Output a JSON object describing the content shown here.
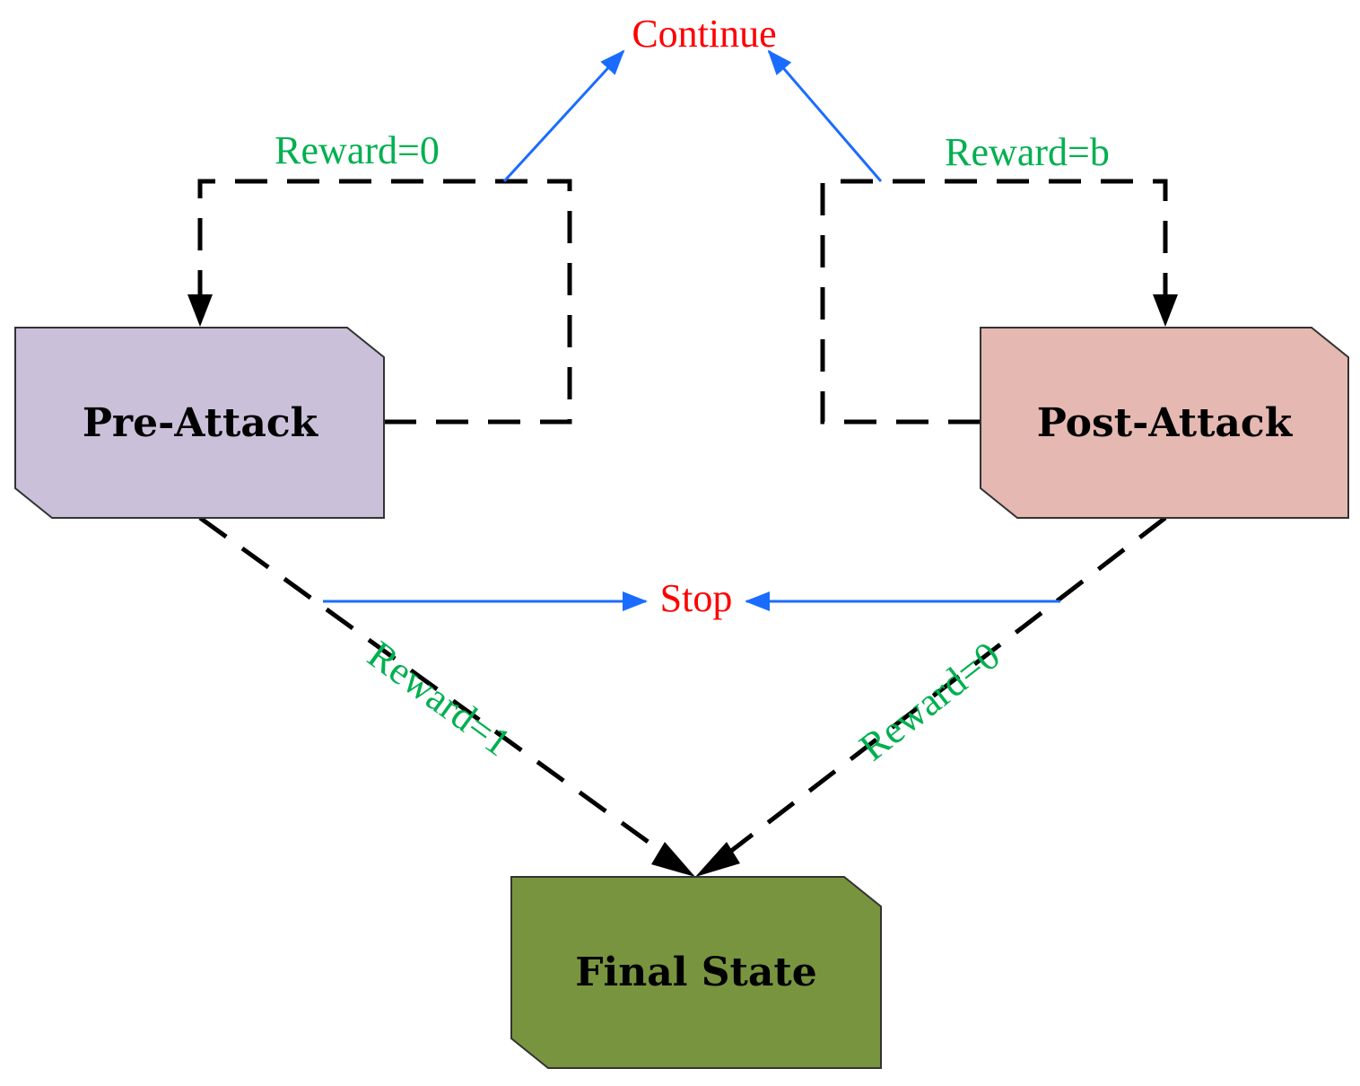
{
  "diagram": {
    "nodes": {
      "pre_attack": {
        "label": "Pre-Attack",
        "fill": "#cbc0d9"
      },
      "post_attack": {
        "label": "Post-Attack",
        "fill": "#e5b8b2"
      },
      "final_state": {
        "label": "Final State",
        "fill": "#78943f"
      }
    },
    "actions": {
      "continue": {
        "label": "Continue"
      },
      "stop": {
        "label": "Stop"
      }
    },
    "rewards": {
      "pre_continue": "Reward=0",
      "post_continue": "Reward=b",
      "pre_stop": "Reward=1",
      "post_stop": "Reward=0"
    },
    "colors": {
      "action_text": "#ff0000",
      "reward_text": "#00b050",
      "action_arrow": "#1a6cff",
      "transition": "#000000"
    }
  }
}
